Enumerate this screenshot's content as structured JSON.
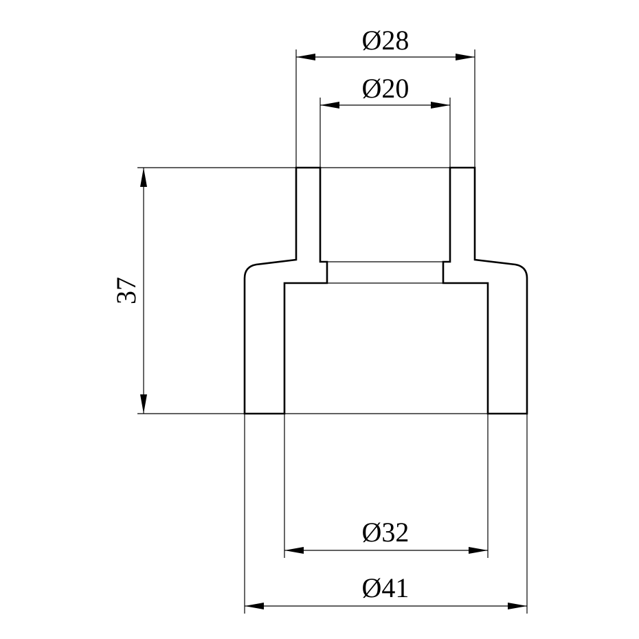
{
  "drawing": {
    "dimensions": {
      "d28": "Ø28",
      "d20": "Ø20",
      "d32": "Ø32",
      "d41": "Ø41",
      "height": "37"
    }
  },
  "colors": {
    "line": "#000000",
    "background": "#ffffff"
  }
}
